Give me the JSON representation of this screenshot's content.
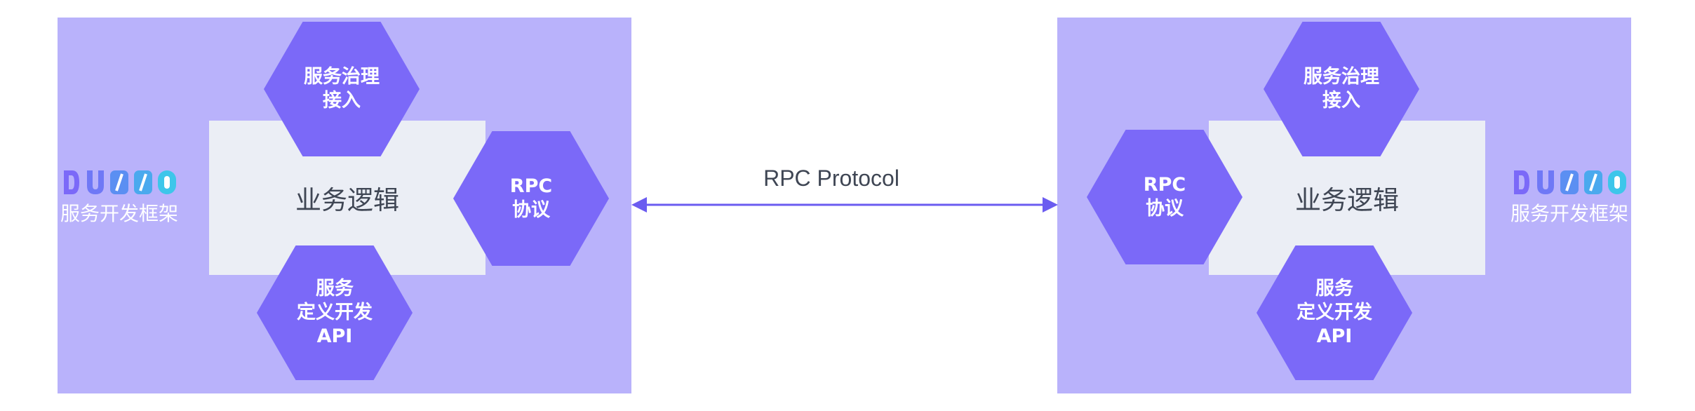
{
  "protocol_label": "RPC Protocol",
  "colors": {
    "panel": "#b9b2fb",
    "hexagon": "#7b69f8",
    "core": "#ebeef5",
    "arrow": "#6b5cf0"
  },
  "left_app": {
    "logo": {
      "wordmark": "DUBBO",
      "caption": "服务开发框架"
    },
    "core_label": "业务逻辑",
    "governance": {
      "line1": "服务治理",
      "line2": "接入"
    },
    "rpc": {
      "line1": "RPC",
      "line2": "协议"
    },
    "api": {
      "line1": "服务",
      "line2": "定义开发",
      "line3": "API"
    }
  },
  "right_app": {
    "logo": {
      "wordmark": "DUBBO",
      "caption": "服务开发框架"
    },
    "core_label": "业务逻辑",
    "governance": {
      "line1": "服务治理",
      "line2": "接入"
    },
    "rpc": {
      "line1": "RPC",
      "line2": "协议"
    },
    "api": {
      "line1": "服务",
      "line2": "定义开发",
      "line3": "API"
    }
  }
}
